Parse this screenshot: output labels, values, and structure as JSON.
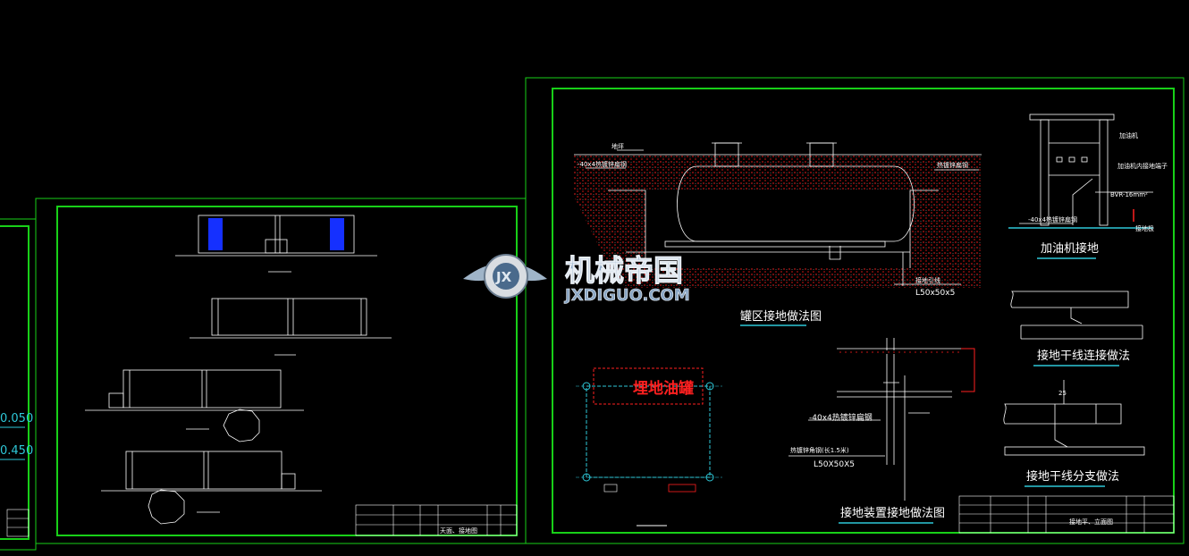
{
  "colors": {
    "background": "#000000",
    "frame": "#18d018",
    "line": "#ffffff",
    "accent_cyan": "#2ec8d8",
    "red": "#ff2020",
    "blue": "#1530ff"
  },
  "left_sheet": {
    "values": [
      "0.050",
      "0.450"
    ]
  },
  "middle_sheet": {
    "title_block_title": "天面、接地图"
  },
  "right_sheet": {
    "tank_labels": {
      "ground": "地坪",
      "galv_strip": "-40x4热镀锌扁钢",
      "galv_strip_right": "热镀锌扁钢",
      "angle_steel": "L50x50x5",
      "cap": "接地引线"
    },
    "captions": {
      "tank_area": "罐区接地做法图",
      "dispenser": "加油机接地",
      "trunk_connection": "接地干线连接做法",
      "device": "接地装置接地做法图",
      "branch": "接地干线分支做法"
    },
    "dispenser_labels": {
      "machine": "加油机",
      "wire": "BVR-16mm²",
      "ground_strip": "-40x4热镀锌扁钢",
      "ground_point": "接地极",
      "upper": "加油机内接地端子"
    },
    "device_labels": {
      "strip": "-40x4热镀锌扁钢",
      "angle": "热镀锌角钢(长1.5米)",
      "angle_size": "L50X50X5",
      "dim": "25"
    },
    "tank_plan_label": "埋地油罐",
    "title_block_title": "接地平、立面图"
  },
  "watermark": {
    "cn": "机械帝国",
    "en": "JXDIGUO.COM",
    "badge": "JX"
  }
}
